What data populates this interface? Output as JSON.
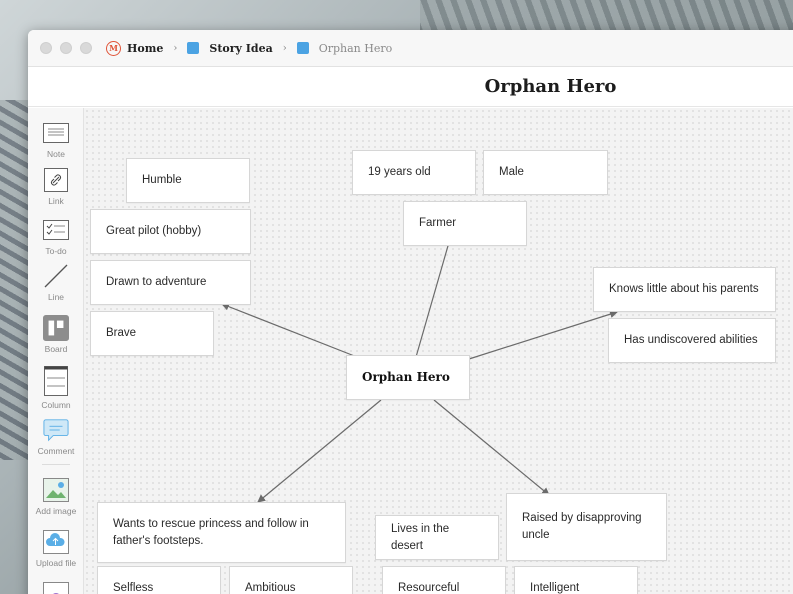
{
  "breadcrumb": {
    "home": "Home",
    "board1": "Story Idea",
    "current": "Orphan Hero"
  },
  "header": {
    "title": "Orphan Hero"
  },
  "toolbar": {
    "note": "Note",
    "link": "Link",
    "todo": "To-do",
    "line": "Line",
    "board": "Board",
    "column": "Column",
    "comment": "Comment",
    "add_image": "Add image",
    "upload_file": "Upload file"
  },
  "cards": {
    "center": "Orphan Hero",
    "humble": "Humble",
    "pilot": "Great pilot (hobby)",
    "adventure": "Drawn to adventure",
    "brave": "Brave",
    "age": "19 years old",
    "male": "Male",
    "farmer": "Farmer",
    "parents": "Knows little about his parents",
    "abilities": "Has undiscovered abilities",
    "rescue": "Wants to rescue princess and follow in father's footsteps.",
    "selfless": "Selfless",
    "ambitious": "Ambitious",
    "desert": "Lives in the desert",
    "uncle": "Raised by disapproving uncle",
    "resourceful": "Resourceful",
    "intelligent": "Intelligent"
  },
  "colors": {
    "accent": "#4ba3e3",
    "logo": "#e0553a",
    "arrow": "#6b6b6b"
  }
}
